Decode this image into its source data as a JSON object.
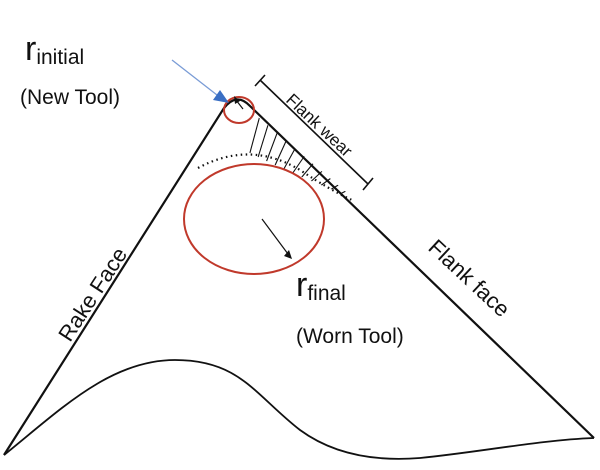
{
  "labels": {
    "r_symbol": "r",
    "r_initial_subscript": "initial",
    "r_initial_note": "(New Tool)",
    "r_final_subscript": "final",
    "r_final_note": "(Worn Tool)",
    "flank_wear": "Flank wear",
    "rake_face": "Rake Face",
    "flank_face": "Flank face"
  },
  "colors": {
    "outline": "#111111",
    "circle": "#c0392b",
    "pointer_arrow": "#3a6fc4",
    "pointer_line": "#7a9cd6"
  }
}
